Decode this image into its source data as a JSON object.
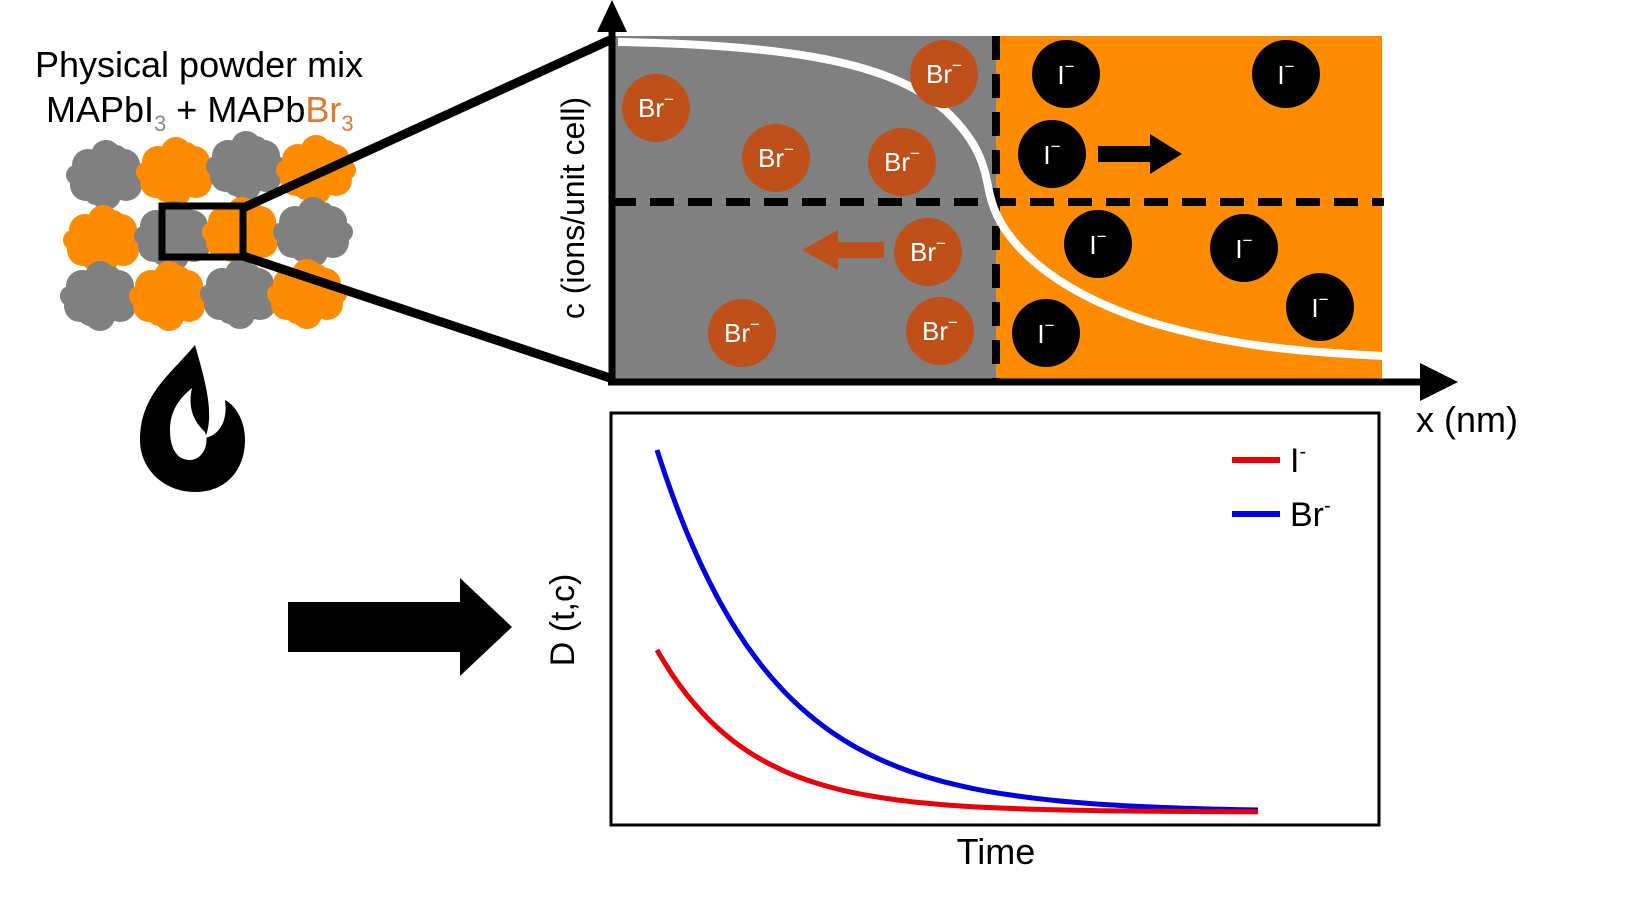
{
  "title": {
    "line1": "Physical powder mix",
    "line2_prefix": "MAPbI",
    "line2_sub1": "3",
    "line2_plus": " + MAPb",
    "line2_br": "Br",
    "line2_sub2": "3"
  },
  "diffusion_panel": {
    "ylabel": "c (ions/unit cell)",
    "xlabel": "x (nm)",
    "br_ion": {
      "base": "Br",
      "charge": "−"
    },
    "i_ion": {
      "base": "I",
      "charge": "−"
    }
  },
  "chart_data": {
    "type": "line",
    "xlabel": "Time",
    "ylabel": "D (t,c)",
    "legend_position": "top-right",
    "series": [
      {
        "name": "I",
        "name_sup": "-",
        "color": "#e8000b"
      },
      {
        "name": "Br",
        "name_sup": "-",
        "color": "#0000e0"
      }
    ]
  },
  "colors": {
    "mapbi3_gray": "#808080",
    "mapbbr3_orange": "#ff8c00",
    "br_ion_fill": "#c0501a",
    "br_text": "#e07830",
    "i_ion_fill": "#000000",
    "arrow_left_brown": "#c0501a",
    "profile_curve": "#ffffff"
  },
  "icons": {
    "heat": "flame-icon",
    "process_arrow": "right-arrow-icon"
  }
}
